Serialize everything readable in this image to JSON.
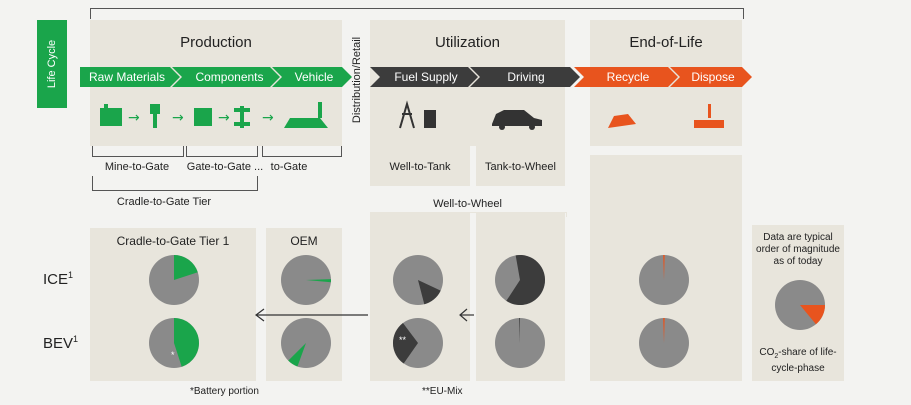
{
  "phases": {
    "life_cycle": "Life Cycle",
    "production": "Production",
    "distribution": "Distribution/Retail",
    "utilization": "Utilization",
    "end_of_life": "End-of-Life"
  },
  "steps": [
    "Raw Materials",
    "Components",
    "Vehicle",
    "Fuel Supply",
    "Driving",
    "Recycle",
    "Dispose"
  ],
  "scopes": {
    "mine_to_gate": "Mine-to-Gate",
    "gate_to_gate": "Gate-to-Gate ...",
    "to_gate": "to-Gate",
    "well_to_tank": "Well-to-Tank",
    "tank_to_wheel": "Tank-to-Wheel",
    "cradle_tier": "Cradle-to-Gate Tier",
    "well_to_wheel": "Well-to-Wheel"
  },
  "columns": {
    "tier1": "Cradle-to-Gate Tier 1",
    "oem": "OEM"
  },
  "rows": {
    "ice": "ICE",
    "ice_sup": "1",
    "bev": "BEV",
    "bev_sup": "1"
  },
  "legend": {
    "note": "Data are typical order of magnitude as of today",
    "caption_pre": "CO",
    "caption_sub": "2",
    "caption_post": "-share of life-cycle-phase"
  },
  "footnotes": {
    "battery": "*Battery portion",
    "eu_mix": "**EU-Mix",
    "star": "*",
    "double_star": "**"
  },
  "colors": {
    "green": "#1aa54b",
    "orange": "#e8541e",
    "dark": "#3c3c3c",
    "pie_gray": "#8a8a8a",
    "panel": "#e8e5dc"
  },
  "chart_data": {
    "type": "pie",
    "pies": [
      {
        "row": "ICE",
        "column": "Cradle-to-Gate Tier 1",
        "highlight": 0.2,
        "color": "green"
      },
      {
        "row": "ICE",
        "column": "OEM",
        "highlight": 0.02,
        "color": "green"
      },
      {
        "row": "ICE",
        "column": "Well-to-Tank",
        "highlight": 0.14,
        "color": "dark"
      },
      {
        "row": "ICE",
        "column": "Tank-to-Wheel",
        "highlight": 0.62,
        "color": "dark"
      },
      {
        "row": "ICE",
        "column": "End-of-Life",
        "highlight": 0.01,
        "color": "orange"
      },
      {
        "row": "BEV",
        "column": "Cradle-to-Gate Tier 1",
        "highlight": 0.45,
        "color": "green"
      },
      {
        "row": "BEV",
        "column": "OEM",
        "highlight": 0.07,
        "color": "green"
      },
      {
        "row": "BEV",
        "column": "Well-to-Tank",
        "highlight": 0.3,
        "color": "dark"
      },
      {
        "row": "BEV",
        "column": "Tank-to-Wheel",
        "highlight": 0.005,
        "color": "dark"
      },
      {
        "row": "BEV",
        "column": "End-of-Life",
        "highlight": 0.01,
        "color": "orange"
      },
      {
        "row": "Legend",
        "column": "Legend",
        "highlight": 0.14,
        "color": "orange"
      }
    ]
  }
}
